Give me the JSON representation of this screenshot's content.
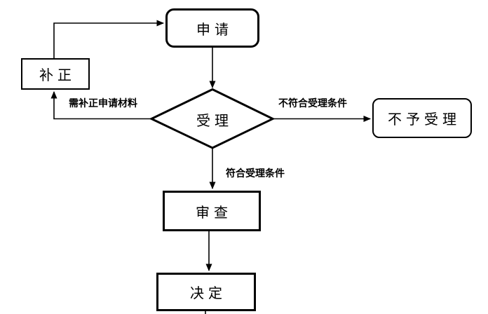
{
  "diagram": {
    "nodes": {
      "apply": {
        "label": "申请"
      },
      "correction": {
        "label": "补正"
      },
      "accept": {
        "label": "受理"
      },
      "reject": {
        "label": "不予受理"
      },
      "review": {
        "label": "审查"
      },
      "decision": {
        "label": "决定"
      }
    },
    "edge_labels": {
      "need_correction": "需补正申请材料",
      "not_meet_condition": "不符合受理条件",
      "meet_condition": "符合受理条件"
    },
    "colors": {
      "line": "#000000",
      "text": "#000000",
      "background": "#ffffff"
    }
  }
}
